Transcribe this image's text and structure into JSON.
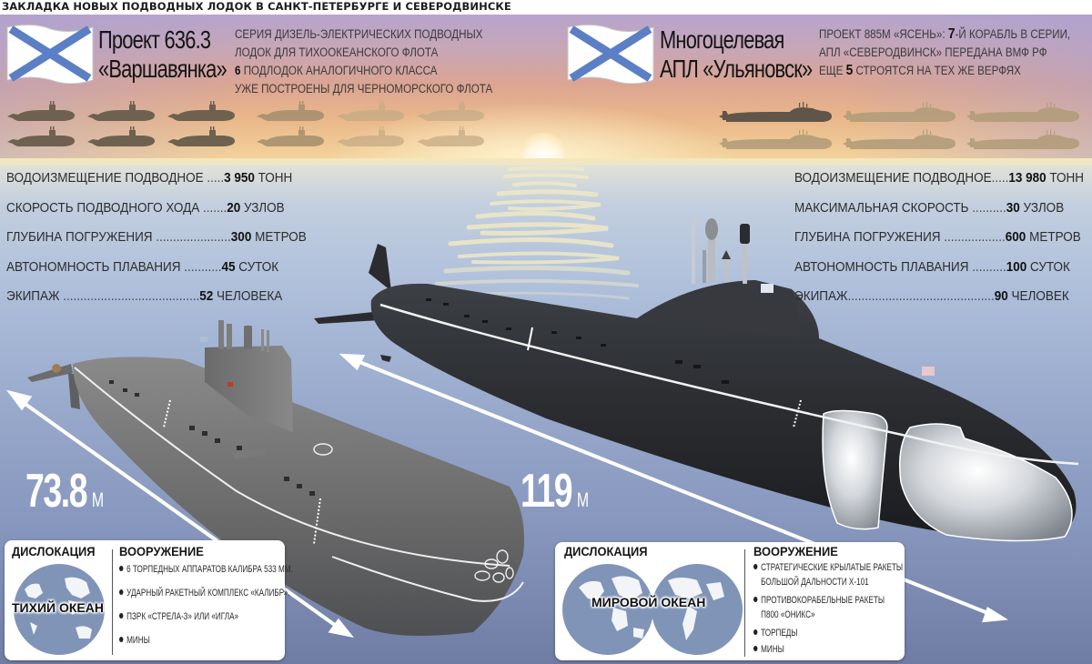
{
  "headline": "ЗАКЛАДКА НОВЫХ ПОДВОДНЫХ ЛОДОК В САНКТ-ПЕТЕРБУРГЕ И СЕВЕРОДВИНСКЕ",
  "colors": {
    "flag_cross": "#5b7fc4",
    "sky_top": "#b6a4cc",
    "sky_bottom": "#f3d49c",
    "sea_top": "#c3cfdf",
    "sea_bottom": "#6f7da4",
    "silhouette_dark": "#6e6150",
    "silhouette_faded": "#b39b78",
    "diesel_hull": "#747474",
    "nuclear_hull": "#2f3236"
  },
  "left": {
    "flag": "st-andrews-flag",
    "title_line1": "Проект 636.3",
    "title_line2": "«Варшавянка»",
    "desc_line1": "СЕРИЯ ДИЗЕЛЬ-ЭЛЕКТРИЧЕСКИХ ПОДВОДНЫХ",
    "desc_line2": "ЛОДОК ДЛЯ ТИХООКЕАНСКОГО ФЛОТА",
    "desc_line3_num": "6",
    "desc_line3_rest": " ПОДЛОДОК АНАЛОГИЧНОГО КЛАССА",
    "desc_line4": "УЖЕ ПОСТРОЕНЫ ДЛЯ ЧЕРНОМОРСКОГО ФЛОТА",
    "fleet": {
      "total": 12,
      "built": 6,
      "rows": 2,
      "per_row": 6
    },
    "specs": [
      {
        "label": "ВОДОИЗМЕЩЕНИЕ ПОДВОДНОЕ",
        "dots": " .....",
        "value": "3 950",
        "unit": " ТОНН"
      },
      {
        "label": "СКОРОСТЬ  ПОДВОДНОГО ХОДА",
        "dots": " .......",
        "value": "20",
        "unit": " УЗЛОВ"
      },
      {
        "label": "ГЛУБИНА ПОГРУЖЕНИЯ",
        "dots": " ......................",
        "value": "300",
        "unit": " МЕТРОВ"
      },
      {
        "label": "АВТОНОМНОСТЬ ПЛАВАНИЯ",
        "dots": " ...........",
        "value": "45",
        "unit": " СУТОК"
      },
      {
        "label": "ЭКИПАЖ",
        "dots": " ........................................",
        "value": "52",
        "unit": " ЧЕЛОВЕКА"
      }
    ],
    "length_value": "73.8",
    "length_unit": "М",
    "card": {
      "dislocation_title": "ДИСЛОКАЦИЯ",
      "globe_label": "ТИХИЙ  ОКЕАН",
      "armament_title": "ВООРУЖЕНИЕ",
      "armament": [
        "6 ТОРПЕДНЫХ АППАРАТОВ КАЛИБРА 533 ММ.",
        "УДАРНЫЙ РАКЕТНЫЙ КОМПЛЕКС «КАЛИБР».",
        "ПЗРК «СТРЕЛА-3» ИЛИ «ИГЛА»",
        "МИНЫ"
      ]
    }
  },
  "right": {
    "flag": "st-andrews-flag",
    "title_line1": "Многоцелевая",
    "title_line2": "АПЛ «Ульяновск»",
    "desc_line1_pre": "ПРОЕКТ 885М «ЯСЕНЬ»: ",
    "desc_line1_num": "7",
    "desc_line1_post": "-Й КОРАБЛЬ В СЕРИИ,",
    "desc_line2": "АПЛ «СЕВЕРОДВИНСК» ПЕРЕДАНА ВМФ РФ",
    "desc_line3_pre": "ЕЩЕ ",
    "desc_line3_num": "5",
    "desc_line3_post": " СТРОЯТСЯ НА ТЕХ ЖЕ ВЕРФЯХ",
    "fleet": {
      "total": 6,
      "built": 1,
      "rows": 2,
      "per_row": 3
    },
    "specs": [
      {
        "label": "ВОДОИЗМЕЩЕНИЕ ПОДВОДНОЕ",
        "dots": ".....",
        "value": "13 980",
        "unit": " ТОНН"
      },
      {
        "label": "МАКСИМАЛЬНАЯ СКОРОСТЬ",
        "dots": " ..........",
        "value": "30",
        "unit": " УЗЛОВ"
      },
      {
        "label": "ГЛУБИНА ПОГРУЖЕНИЯ",
        "dots": " ..................",
        "value": "600",
        "unit": " МЕТРОВ"
      },
      {
        "label": "АВТОНОМНОСТЬ ПЛАВАНИЯ",
        "dots": " ..........",
        "value": "100",
        "unit": " СУТОК"
      },
      {
        "label": "ЭКИПАЖ",
        "dots": "...........................................",
        "value": "90",
        "unit": " ЧЕЛОВЕК"
      }
    ],
    "length_value": "119",
    "length_unit": "М",
    "card": {
      "dislocation_title": "ДИСЛОКАЦИЯ",
      "globe_label": "МИРОВОЙ ОКЕАН",
      "armament_title": "ВООРУЖЕНИЕ",
      "armament": [
        "СТРАТЕГИЧЕСКИЕ КРЫЛАТЫЕ РАКЕТЫ",
        "БОЛЬШОЙ ДАЛЬНОСТИ Х-101",
        "ПРОТИВОКОРАБЕЛЬНЫЕ РАКЕТЫ",
        "П800 «ОНИКС»",
        "ТОРПЕДЫ",
        "МИНЫ"
      ]
    }
  }
}
